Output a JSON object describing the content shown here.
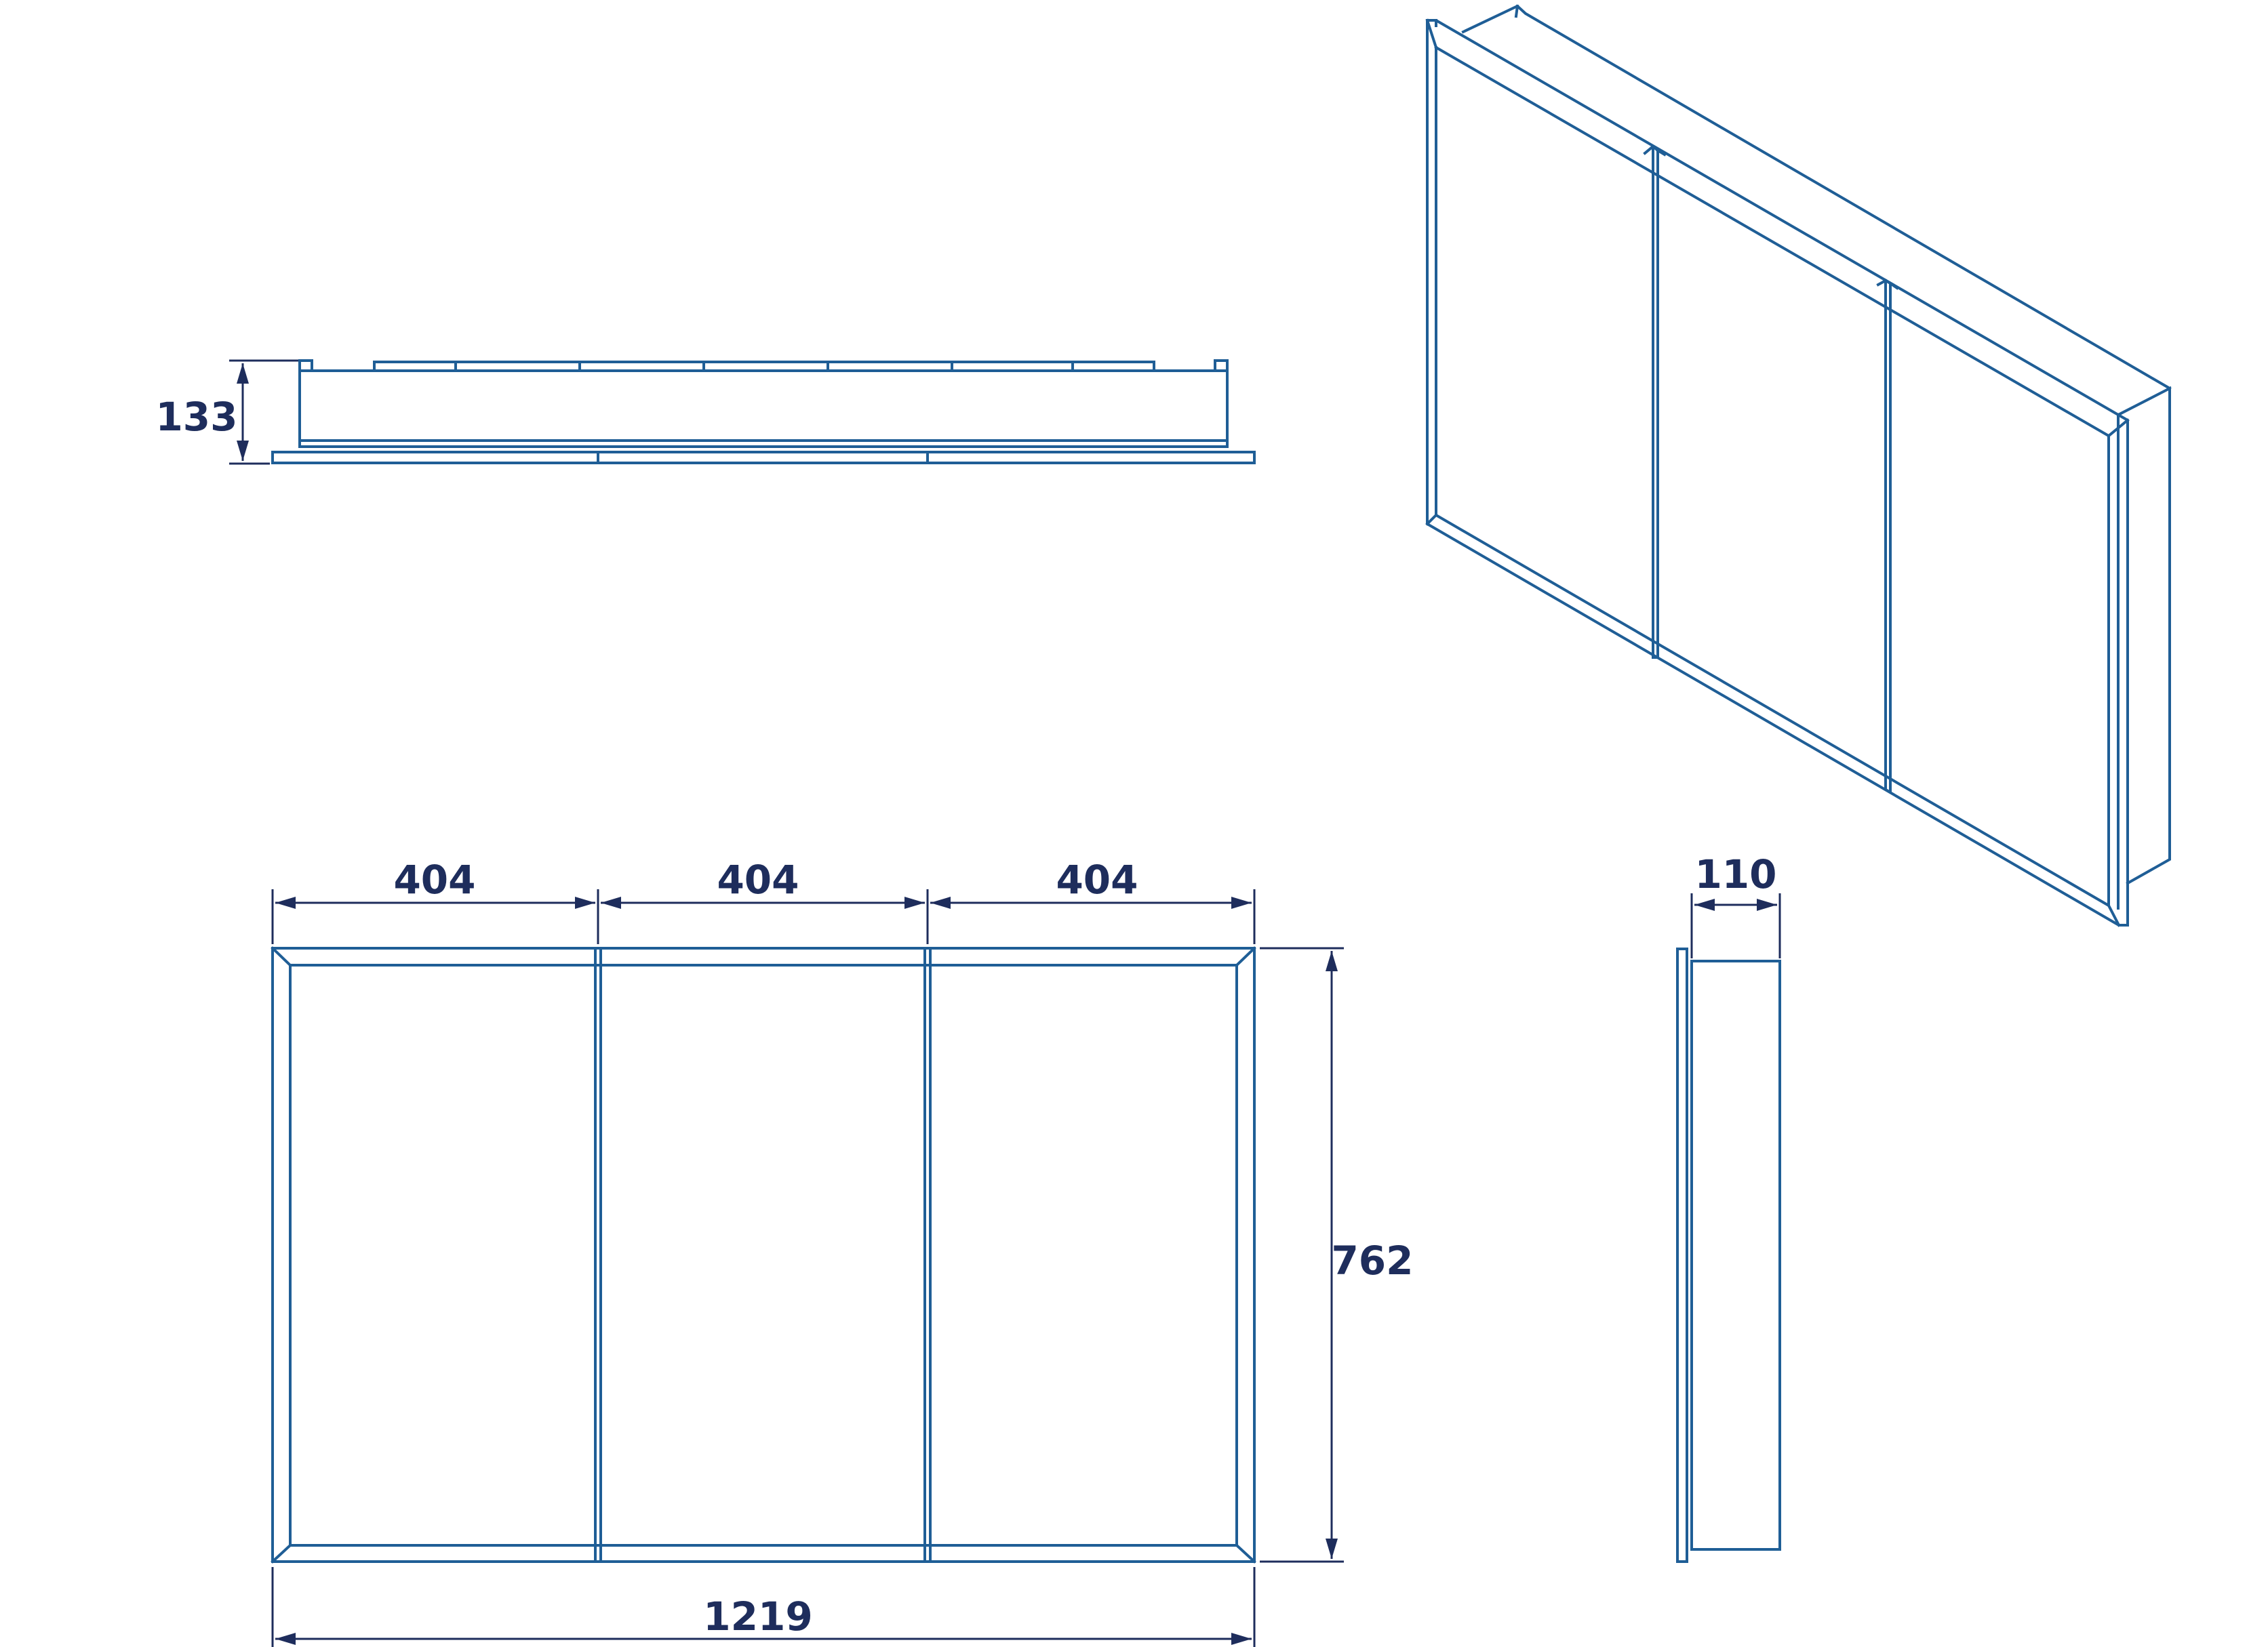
{
  "colors": {
    "outline": "#1f5e96",
    "dimension": "#1e2d5c",
    "background": "#ffffff"
  },
  "dimensions": {
    "top_view_depth": "133",
    "door_width_1": "404",
    "door_width_2": "404",
    "door_width_3": "404",
    "total_width": "1219",
    "height": "762",
    "side_depth": "110"
  }
}
